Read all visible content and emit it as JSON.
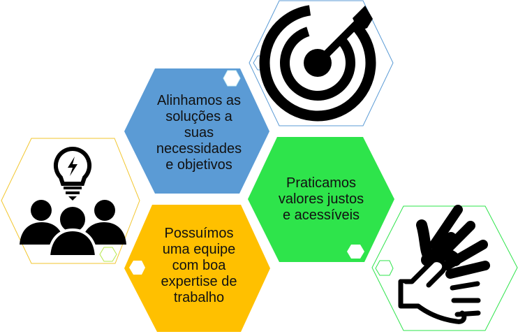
{
  "colors": {
    "blue": "#5B9BD5",
    "yellow": "#FFC000",
    "green": "#2EE44B",
    "target_outline": "#5B9BD5",
    "idea_outline": "#F2C62E",
    "hands_outline": "#2EE44B",
    "small_hex_lime": "#B6E84A",
    "icon": "#000000"
  },
  "hexagons": [
    {
      "id": "blue",
      "text": "Alinhamos as\nsoluções a\nsuas\nnecessidades\ne objetivos"
    },
    {
      "id": "green",
      "text": "Praticamos\nvalores justos\ne acessíveis"
    },
    {
      "id": "yellow",
      "text": "Possuímos\numa equipe\ncom boa\nexpertise de\ntrabalho"
    }
  ],
  "icons": {
    "target": "target-with-arrow-icon",
    "idea_team": "lightbulb-team-icon",
    "hands": "sign-language-hands-icon"
  }
}
